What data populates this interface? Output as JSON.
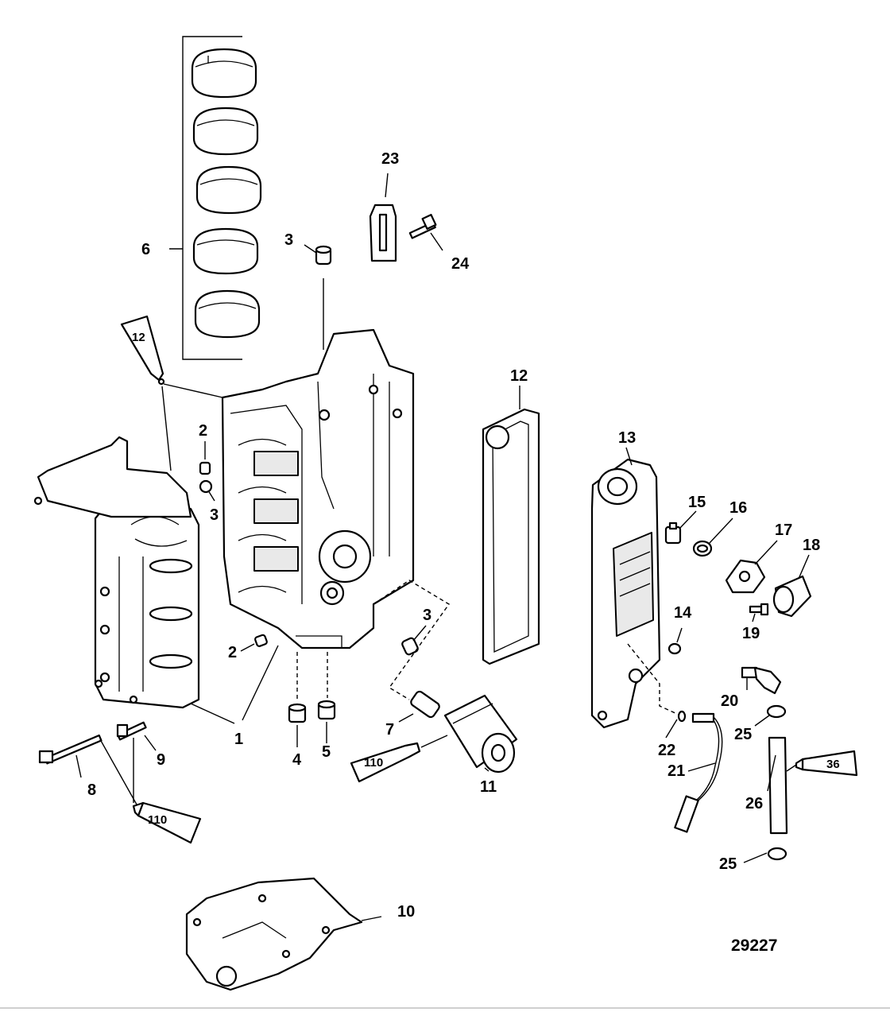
{
  "diagram": {
    "figure_number": "29227",
    "callouts": {
      "c1": "1",
      "c2a": "2",
      "c2b": "2",
      "c3a": "3",
      "c3b": "3",
      "c3c": "3",
      "c4": "4",
      "c5": "5",
      "c6": "6",
      "c7": "7",
      "c8": "8",
      "c9": "9",
      "c10": "10",
      "c11": "11",
      "c12": "12",
      "c13": "13",
      "c14": "14",
      "c15": "15",
      "c16": "16",
      "c17": "17",
      "c18": "18",
      "c19": "19",
      "c20": "20",
      "c21": "21",
      "c22": "22",
      "c23": "23",
      "c24": "24",
      "c25a": "25",
      "c25b": "25",
      "c26": "26"
    },
    "tubes": {
      "t12": "12",
      "t110a": "110",
      "t110b": "110",
      "t36": "36"
    }
  }
}
